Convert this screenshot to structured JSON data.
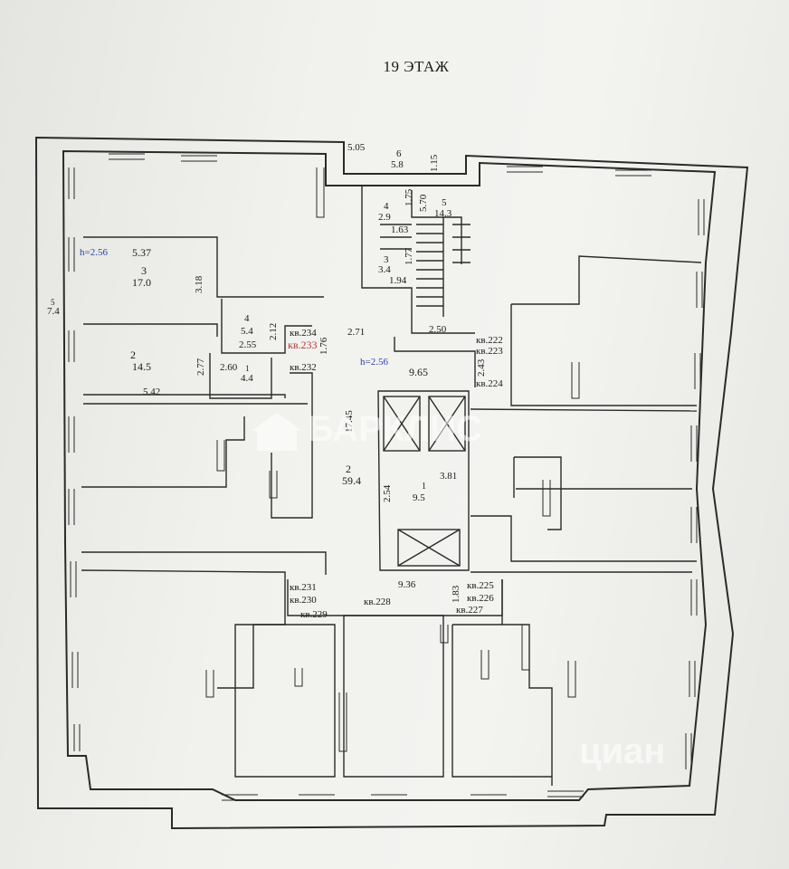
{
  "page_title": "19 ЭТАЖ",
  "labels": {
    "ceiling_height_left": "h=2.56",
    "ceiling_height_center": "h=2.56",
    "room_3_width": "5.37",
    "room_3_number": "3",
    "room_3_area": "17.0",
    "room_3_depth": "3.18",
    "room_2_number": "2",
    "room_2_area": "14.5",
    "room_2_depth": "2.77",
    "room_2_width": "5.42",
    "room_4_number": "4",
    "room_4_area": "5.4",
    "room_4_width": "2.55",
    "room_4_depth": "2.12",
    "room_1_number": "1",
    "room_1_area": "4.4",
    "room_1_width": "2.60",
    "balcony_number": "5",
    "balcony_area": "7.4",
    "top_6_width": "5.05",
    "top_6_number": "6",
    "top_6_area": "5.8",
    "top_6_depth": "1.15",
    "stair_4_number": "4",
    "stair_4_area": "2.9",
    "stair_4_depth": "1.75",
    "stair_4_width": "1.63",
    "stair_5_width": "5.70",
    "stair_5_number": "5",
    "stair_5_area": "14.3",
    "stair_3_number": "3",
    "stair_3_area": "3.4",
    "stair_3_depth": "1.77",
    "stair_3_width": "1.94",
    "stair_bottom_width": "2.50",
    "corridor_2_71": "2.71",
    "corridor_1_76": "1.76",
    "corridor_9_65": "9.65",
    "corridor_2_43": "2.43",
    "corridor_17_45": "17.45",
    "corridor_2_number": "2",
    "corridor_2_area": "59.4",
    "lift_2_54": "2.54",
    "lift_3_81": "3.81",
    "lift_1_number": "1",
    "lift_1_area": "9.5",
    "corridor_9_36": "9.36",
    "corridor_1_83": "1.83",
    "apt_234": "кв.234",
    "apt_233": "кв.233",
    "apt_232": "кв.232",
    "apt_222": "кв.222",
    "apt_223": "кв.223",
    "apt_224": "кв.224",
    "apt_225": "кв.225",
    "apt_226": "кв.226",
    "apt_227": "кв.227",
    "apt_228": "кв.228",
    "apt_229": "кв.229",
    "apt_230": "кв.230",
    "apt_231": "кв.231"
  },
  "watermarks": {
    "brand": "БАРКЛИС",
    "site": "циан"
  },
  "colors": {
    "line": "#2a2a2a",
    "paper": "#f1f1ee",
    "accent_red": "#b23a3a"
  }
}
